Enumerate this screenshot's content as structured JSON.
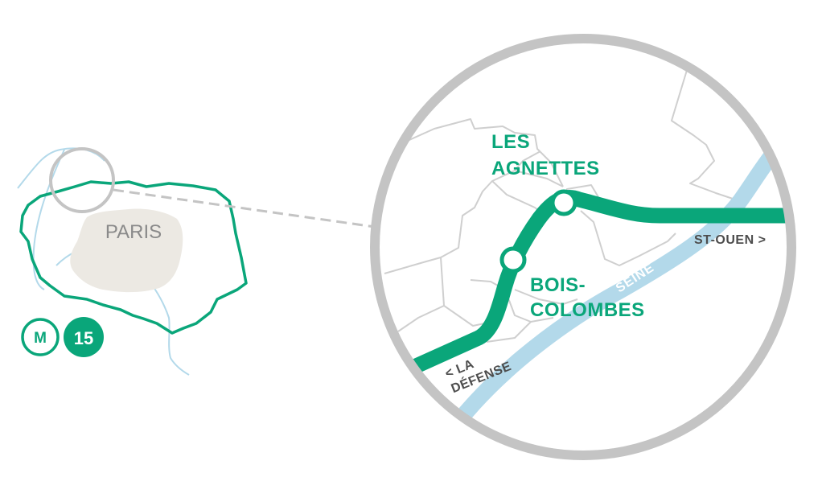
{
  "colors": {
    "line": "#0aa67a",
    "river": "#b3d9ea",
    "paris_fill": "#ece9e3",
    "lens_ring": "#c4c4c4",
    "borders": "#cfcfcf",
    "text_dark": "#4d4d4d",
    "text_city": "#8a8a8a"
  },
  "overview": {
    "city_label": "PARIS",
    "metro_badge": "M",
    "line_badge": "15"
  },
  "zoom": {
    "stations": [
      {
        "line1": "LES",
        "line2": "AGNETTES"
      },
      {
        "line1": "BOIS-",
        "line2": "COLOMBES"
      }
    ],
    "direction_west": {
      "line1": "< LA",
      "line2": "DÉFENSE"
    },
    "direction_east": "ST-OUEN >",
    "river_name": "SEINE"
  }
}
